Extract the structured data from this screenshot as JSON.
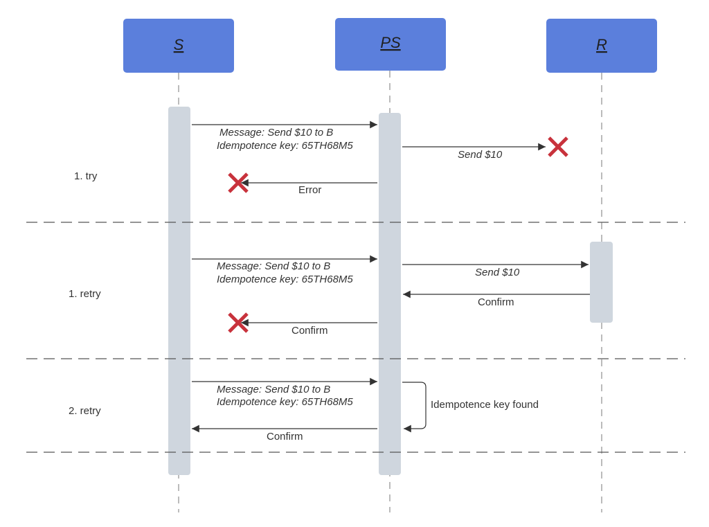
{
  "participants": [
    {
      "id": "S",
      "label": "S"
    },
    {
      "id": "PS",
      "label": "PS"
    },
    {
      "id": "R",
      "label": "R"
    }
  ],
  "phases": [
    {
      "label": "1. try"
    },
    {
      "label": "1. retry"
    },
    {
      "label": "2. retry"
    }
  ],
  "messages": {
    "try_request_line1": "Message: Send $10 to B",
    "try_request_line2": "Idempotence key: 65TH68M5",
    "try_send": "Send $10",
    "try_error": "Error",
    "retry1_request_line1": "Message: Send $10 to B",
    "retry1_request_line2": "Idempotence key: 65TH68M5",
    "retry1_send": "Send $10",
    "retry1_confirm_from_r": "Confirm",
    "retry1_confirm_to_s": "Confirm",
    "retry2_request_line1": "Message: Send $10 to B",
    "retry2_request_line2": "Idempotence key: 65TH68M5",
    "retry2_self_note": "Idempotence key found",
    "retry2_confirm": "Confirm"
  },
  "colors": {
    "participant_fill": "#5b7fdc",
    "activation_fill": "#cfd6de",
    "failure_mark": "#c8323c",
    "line": "#333333",
    "lifeline": "#777777"
  }
}
